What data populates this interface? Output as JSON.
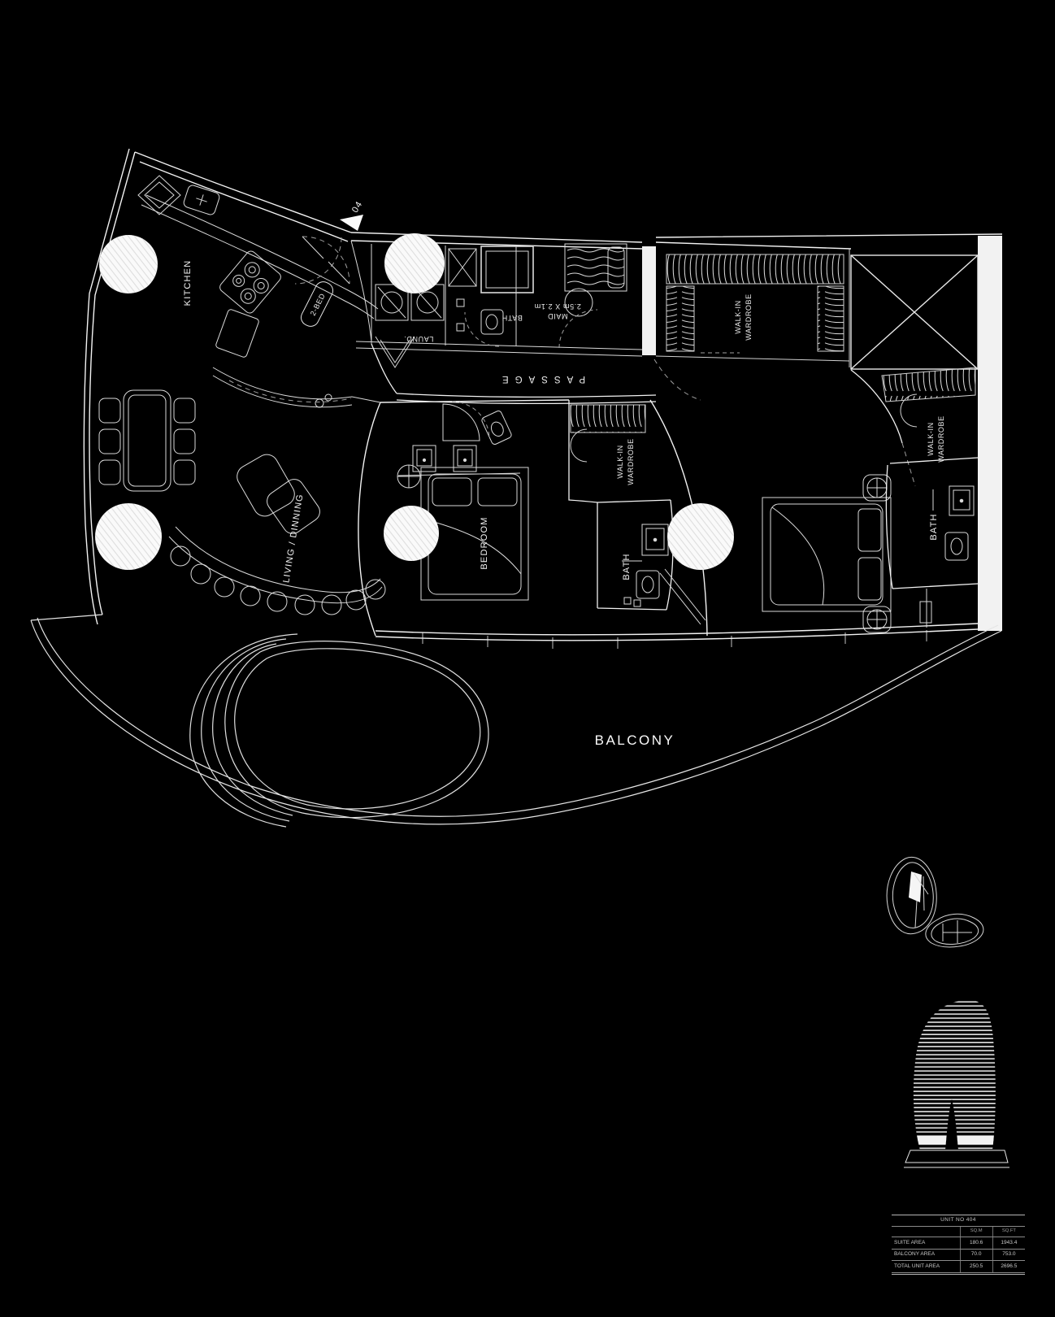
{
  "colors": {
    "background": "#000000",
    "line": "#ffffff"
  },
  "plan": {
    "marker": "04",
    "kitchen": "KITCHEN",
    "two_bed": "2-BED",
    "laundry": "LAUND.",
    "bath": "BATH",
    "maid": "MAID",
    "maid_dims": "2.5m X 2.1m",
    "passage": "PASSAGE",
    "walk_in": "WALK-IN",
    "wardrobe": "WARDROBE",
    "bedroom": "BEDROOM",
    "living_dining": "LIVING / DINNING",
    "balcony": "BALCONY"
  },
  "area_table": {
    "title": "UNIT NO 404",
    "col_sqm": "SQ.M",
    "col_sqft": "SQ.FT",
    "rows": [
      {
        "label": "SUITE AREA",
        "sqm": "180.6",
        "sqft": "1943.4"
      },
      {
        "label": "BALCONY AREA",
        "sqm": "70.0",
        "sqft": "753.0"
      },
      {
        "label": "TOTAL UNIT AREA",
        "sqm": "250.5",
        "sqft": "2696.5"
      }
    ]
  }
}
